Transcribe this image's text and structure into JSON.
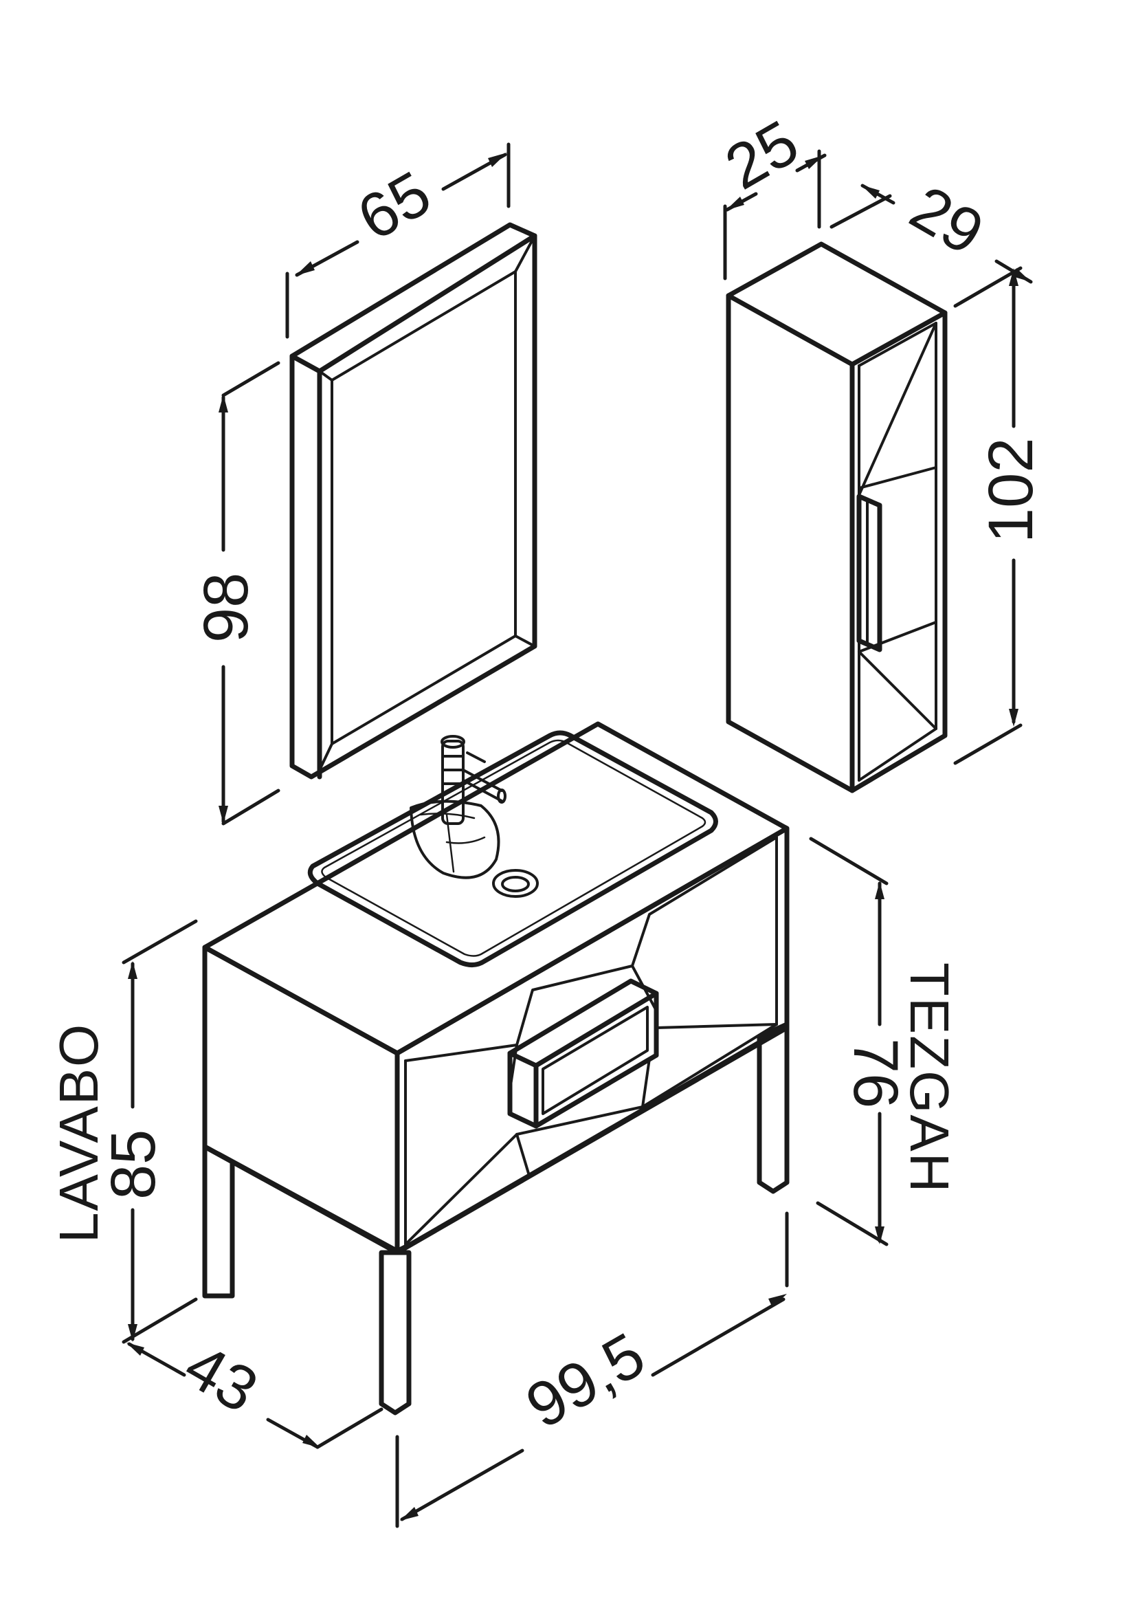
{
  "mirror": {
    "width": "65",
    "height": "98"
  },
  "tall_cabinet": {
    "width": "25",
    "depth": "29",
    "height": "102"
  },
  "sink_unit": {
    "word": "LAVABO",
    "height": "85",
    "depth": "43",
    "width": "99,5"
  },
  "counter": {
    "word": "TEZGAH",
    "height": "76"
  },
  "colors": {
    "line": "#1a1a1a",
    "background": "#ffffff"
  }
}
